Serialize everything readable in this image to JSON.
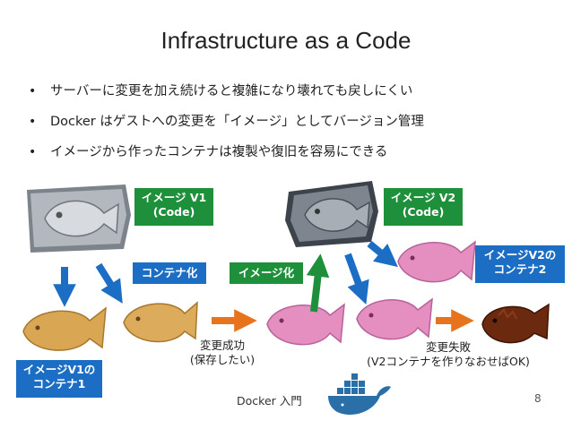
{
  "slide": {
    "title": "Infrastructure as a Code",
    "bullets": [
      "サーバーに変更を加え続けると複雑になり壊れても戻しにくい",
      "Docker はゲストへの変更を「イメージ」としてバージョン管理",
      "イメージから作ったコンテナは複製や復旧を容易にできる"
    ],
    "bullet_marker": "•"
  },
  "diagram": {
    "image_v1": {
      "line1": "イメージ V1",
      "line2": "(Code)"
    },
    "image_v2": {
      "line1": "イメージ V2",
      "line2": "(Code)"
    },
    "containerize": "コンテナ化",
    "imagize": "イメージ化",
    "v1_container1": {
      "line1": "イメージV1の",
      "line2": "コンテナ1"
    },
    "v2_container2": {
      "line1": "イメージV2の",
      "line2": "コンテナ2"
    },
    "change_success": {
      "line1": "変更成功",
      "line2": "(保存したい)"
    },
    "change_failure": {
      "line1": "変更失敗",
      "line2": "(V2コンテナを作りなおせばOK)"
    }
  },
  "footer": {
    "text": "Docker 入門",
    "page": "8"
  },
  "colors": {
    "green": "#1e8f3a",
    "blue": "#1c6ec5",
    "orange": "#e8731d",
    "mold_gray": "#8a9098",
    "taiyaki_gold": "#d9a654",
    "taiyaki_pink": "#e48fc0",
    "taiyaki_burnt": "#6b2a10",
    "docker_blue": "#2a6fa8"
  }
}
